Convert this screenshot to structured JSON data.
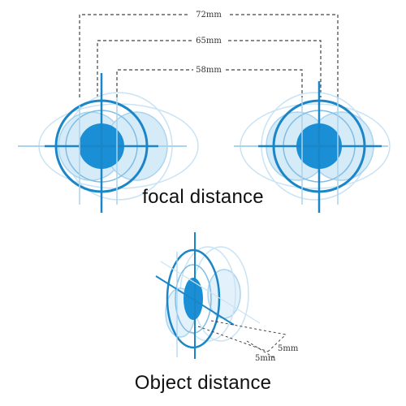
{
  "dimensions": {
    "outer": "72mm",
    "middle": "65mm",
    "inner": "58mm",
    "offset_a": "5mm",
    "offset_b": "5mm"
  },
  "captions": {
    "top": "focal distance",
    "bottom": "Object distance"
  },
  "colors": {
    "ring_dark": "#1a86c8",
    "ring_light": "#a9d3ee",
    "fill_dark": "#1a8fd6",
    "fill_light": "#cfe7f7",
    "dim_line": "#444444"
  }
}
